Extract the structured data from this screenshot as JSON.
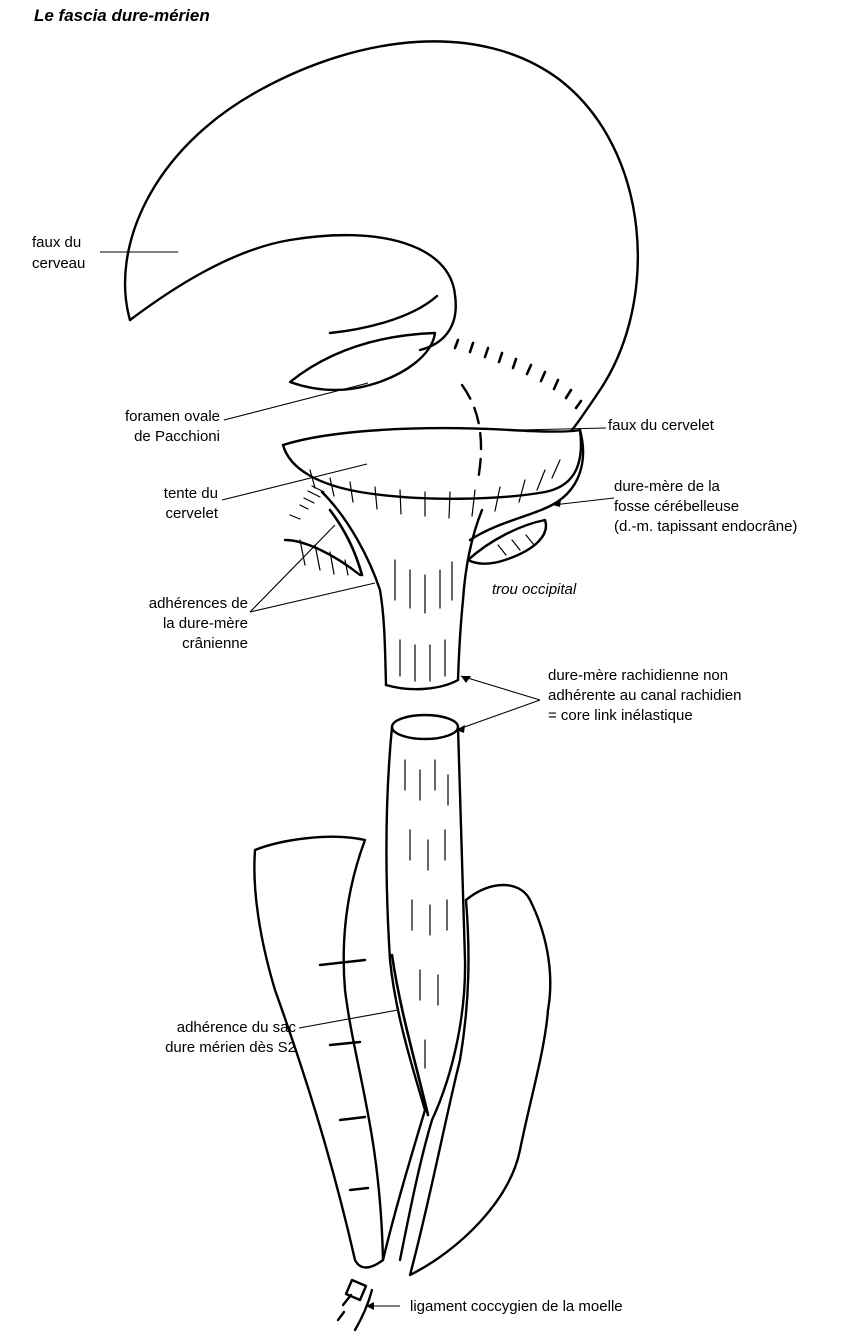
{
  "title": "Le fascia dure-mérien",
  "labels": {
    "faux_cerveau_1": "faux du",
    "faux_cerveau_2": "cerveau",
    "foramen_1": "foramen ovale",
    "foramen_2": "de Pacchioni",
    "faux_cervelet": "faux du cervelet",
    "tente_1": "tente du",
    "tente_2": "cervelet",
    "dm_fosse_1": "dure-mère de la",
    "dm_fosse_2": "fosse cérébelleuse",
    "dm_fosse_3": "(d.-m. tapissant endocrâne)",
    "adherences_1": "adhérences de",
    "adherences_2": "la dure-mère",
    "adherences_3": "crânienne",
    "trou_occipital": "trou occipital",
    "rachi_1": "dure-mère rachidienne non",
    "rachi_2": "adhérente au canal rachidien",
    "rachi_3": "= core link inélastique",
    "sac_1": "adhérence du sac",
    "sac_2": "dure mérien dès S2",
    "ligament": "ligament coccygien de la moelle"
  }
}
